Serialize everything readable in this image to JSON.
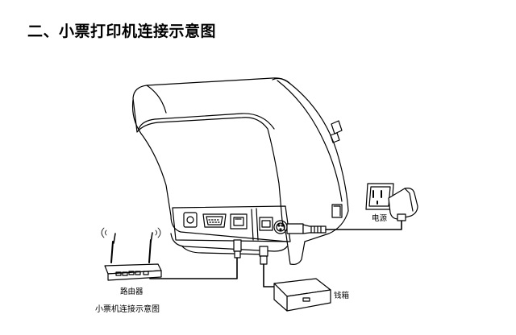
{
  "header": {
    "title": "二、小票打印机连接示意图"
  },
  "diagram": {
    "labels": {
      "router": "路由器",
      "power": "电源",
      "cash_drawer": "钱箱",
      "caption": "小票机连接示意图"
    },
    "colors": {
      "line": "#000000",
      "shade": "#cfcfcf",
      "background": "#ffffff"
    },
    "icons": [
      "printer-icon",
      "router-icon",
      "power-outlet-icon",
      "power-adapter-icon",
      "cash-drawer-icon",
      "ethernet-port-icon",
      "serial-port-icon",
      "rj11-port-icon",
      "power-port-icon"
    ]
  }
}
